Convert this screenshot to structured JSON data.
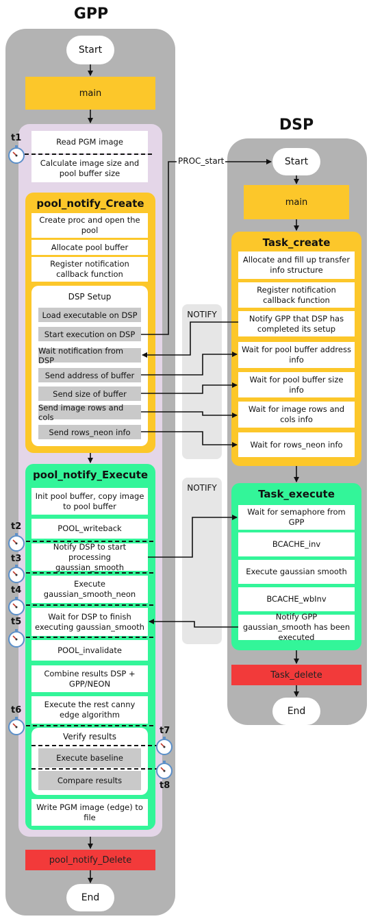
{
  "gpp": {
    "title": "GPP",
    "start": "Start",
    "main": "main",
    "read": "Read PGM image",
    "calc": "Calculate image size and pool buffer size",
    "create": {
      "title": "pool_notify_Create",
      "items": [
        "Create proc and open the pool",
        "Allocate pool buffer",
        "Register notification callback function"
      ],
      "dsp_setup": {
        "title": "DSP Setup",
        "items": [
          "Load executable on DSP",
          "Start execution on DSP",
          "Wait notification from DSP",
          "Send address of buffer",
          "Send size of buffer",
          "Send image rows and cols",
          "Send rows_neon info"
        ]
      }
    },
    "execute": {
      "title": "pool_notify_Execute",
      "items": [
        "Init pool buffer, copy image to pool buffer",
        "POOL_writeback",
        "Notify DSP to start processing gaussian_smooth",
        "Execute gaussian_smooth_neon",
        "Wait for DSP to finish executing gaussian_smooth",
        "POOL_invalidate",
        "Combine results DSP + GPP/NEON",
        "Execute the rest canny edge algorithm"
      ],
      "verify": {
        "title": "Verify results",
        "items": [
          "Execute baseline",
          "Compare results"
        ]
      },
      "write": "Write PGM image (edge) to file"
    },
    "delete": "pool_notify_Delete",
    "end": "End"
  },
  "dsp": {
    "title": "DSP",
    "start": "Start",
    "main": "main",
    "create": {
      "title": "Task_create",
      "items": [
        "Allocate and fill up transfer info structure",
        "Register notification callback function",
        "Notify GPP that DSP has completed its setup",
        "Wait for pool buffer address info",
        "Wait for pool buffer size info",
        "Wait for image rows and cols info",
        "Wait for rows_neon info"
      ]
    },
    "execute": {
      "title": "Task_execute",
      "items": [
        "Wait for semaphore from GPP",
        "BCACHE_inv",
        "Execute gaussian smooth",
        "BCACHE_wbInv",
        "Notify GPP gaussian_smooth has been executed"
      ]
    },
    "delete": "Task_delete",
    "end": "End"
  },
  "labels": {
    "proc_start": "PROC_start",
    "notify1": "NOTIFY",
    "notify2": "NOTIFY"
  },
  "timers": [
    "t1",
    "t2",
    "t3",
    "t4",
    "t5",
    "t6",
    "t7",
    "t8"
  ],
  "colors": {
    "lane": "#b3b3b3",
    "main": "#fcc72a",
    "execute": "#33f599",
    "delete": "#f23a3a",
    "group": "#e4d6e8"
  }
}
